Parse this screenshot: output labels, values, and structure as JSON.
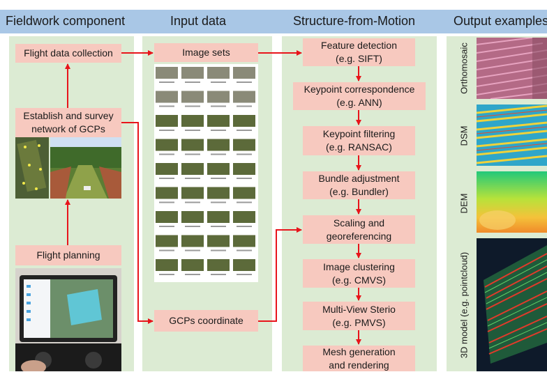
{
  "headers": {
    "fieldwork": "Fieldwork component",
    "input": "Input data",
    "sfm": "Structure-from-Motion",
    "output": "Output examples"
  },
  "fieldwork": {
    "flight_data": "Flight data collection",
    "gcp_line1": "Establish and survey",
    "gcp_line2": "network of GCPs",
    "flight_planning": "Flight planning"
  },
  "input": {
    "image_sets": "Image sets",
    "gcps_coord": "GCPs coordinate"
  },
  "sfm": {
    "steps": [
      {
        "l1": "Feature detection",
        "l2": "(e.g. SIFT)"
      },
      {
        "l1": "Keypoint correspondence",
        "l2": "(e.g. ANN)"
      },
      {
        "l1": "Keypoint filtering",
        "l2": "(e.g. RANSAC)"
      },
      {
        "l1": "Bundle adjustment",
        "l2": "(e.g. Bundler)"
      },
      {
        "l1": "Scaling and",
        "l2": "georeferencing"
      },
      {
        "l1": "Image clustering",
        "l2": "(e.g. CMVS)"
      },
      {
        "l1": "Multi-View Sterio",
        "l2": "(e.g. PMVS)"
      },
      {
        "l1": "Mesh generation",
        "l2": "and rendering"
      }
    ]
  },
  "output": {
    "ortho": "Orthomosaic",
    "dsm": "DSM",
    "dem": "DEM",
    "model": "3D model (e.g. pointcloud)"
  },
  "colors": {
    "header": "#a9c7e6",
    "column": "#dcebd3",
    "box": "#f7c9bf",
    "arrow": "#e8141b"
  }
}
